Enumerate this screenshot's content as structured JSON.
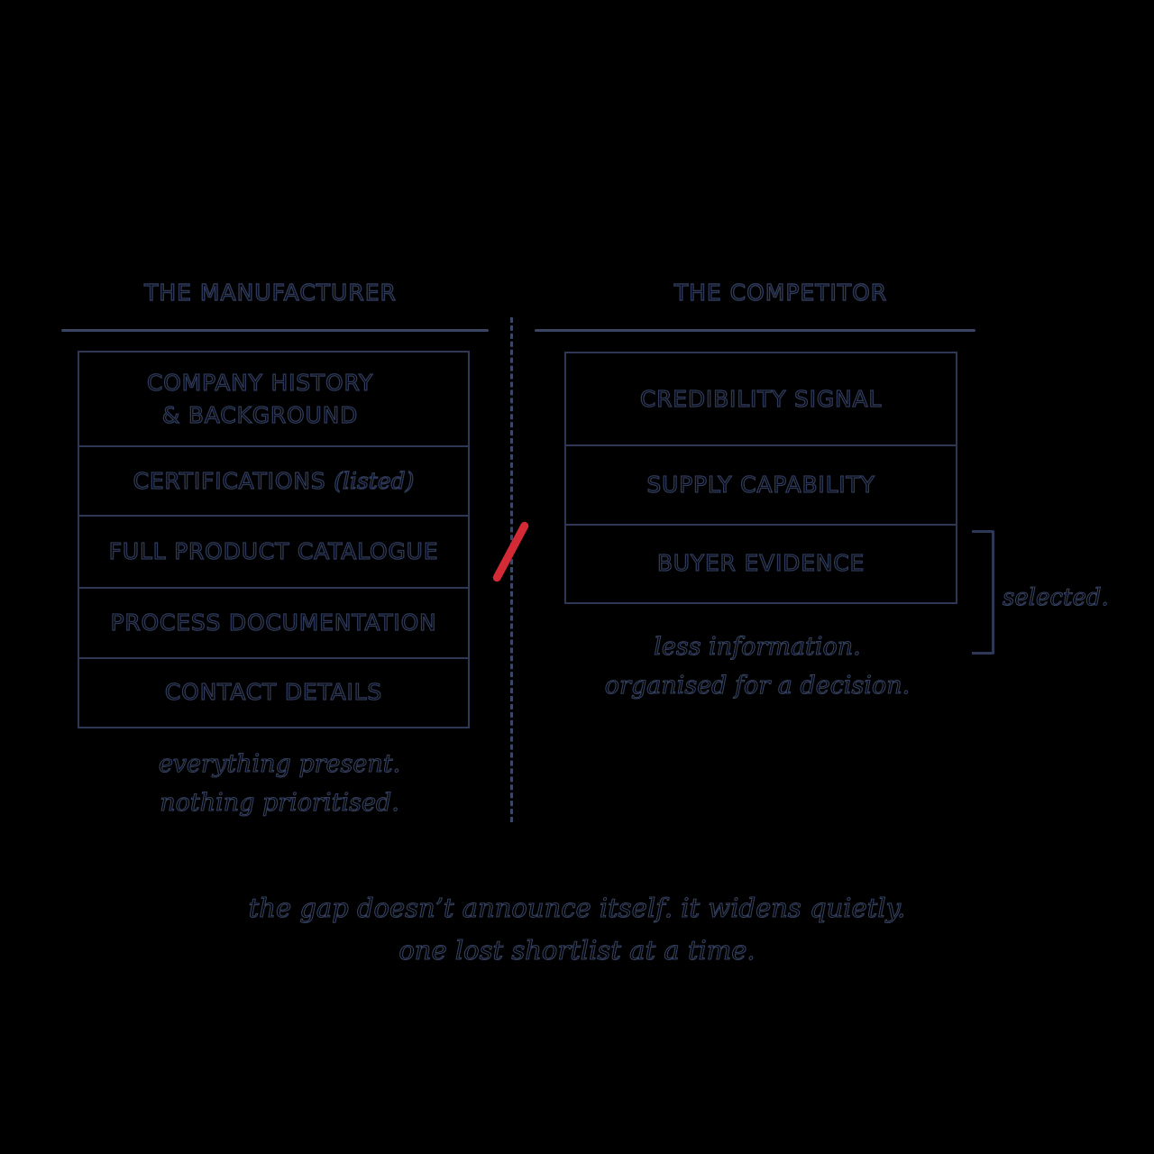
{
  "left": {
    "heading": "THE MANUFACTURER",
    "cells": [
      {
        "line1": "COMPANY HISTORY",
        "line2": "& BACKGROUND"
      },
      {
        "text": "CERTIFICATIONS",
        "aside": "(listed)"
      },
      {
        "text": "FULL PRODUCT CATALOGUE"
      },
      {
        "text": "PROCESS DOCUMENTATION"
      },
      {
        "text": "CONTACT DETAILS"
      }
    ],
    "caption_line1": "everything present.",
    "caption_line2": "nothing prioritised."
  },
  "right": {
    "heading": "THE COMPETITOR",
    "cells": [
      {
        "text": "CREDIBILITY SIGNAL"
      },
      {
        "text": "SUPPLY CAPABILITY"
      },
      {
        "text": "BUYER EVIDENCE"
      }
    ],
    "bracket_label": "selected.",
    "caption_line1": "less information.",
    "caption_line2": "organised for a decision."
  },
  "footer": {
    "line1": "the gap doesn’t announce itself. it widens quietly.",
    "line2": "one lost shortlist at a time."
  },
  "colors": {
    "background": "#000000",
    "ink": "#2e3856",
    "accent": "#d42a36"
  }
}
